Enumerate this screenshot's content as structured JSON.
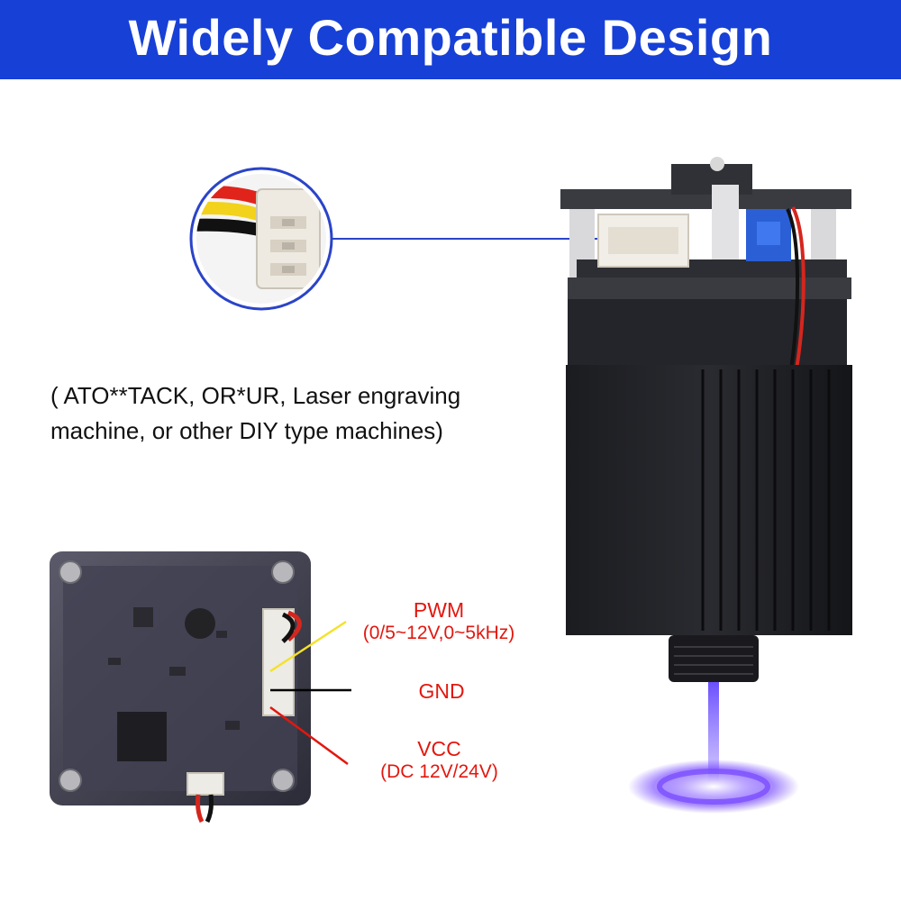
{
  "header": {
    "title": "Widely Compatible Design",
    "background": "#1740d6"
  },
  "compatibility": {
    "line1": "( ATO**TACK, OR*UR, Laser engraving",
    "line2": "machine, or other DIY type machines)"
  },
  "pins": [
    {
      "name": "PWM",
      "spec": "(0/5~12V,0~5kHz)",
      "wire_color": "#f5e12a"
    },
    {
      "name": "GND",
      "spec": "",
      "wire_color": "#000000"
    },
    {
      "name": "VCC",
      "spec": "(DC 12V/24V)",
      "wire_color": "#e3170f"
    }
  ],
  "colors": {
    "label_red": "#e3170f",
    "laser_violet": "#8a5cff",
    "callout_ring": "#2a44c8"
  },
  "icons": {
    "connector_closeup": "xh-connector-icon",
    "laser_module": "laser-module-image",
    "driver_board": "driver-board-image"
  }
}
